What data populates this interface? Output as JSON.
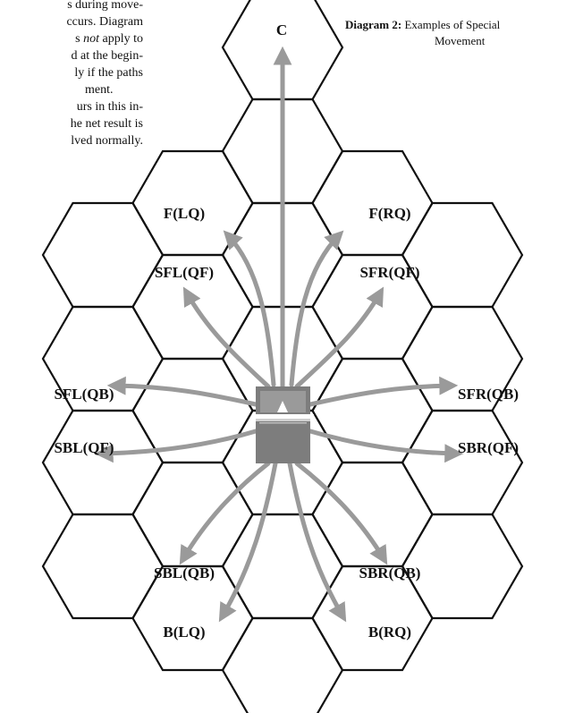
{
  "text_fragment": [
    "s during move-",
    "ccurs. Diagram",
    "s not apply to",
    "d at the begin-",
    "ly if the paths",
    "ment.",
    "urs in this in-",
    "he net result is",
    "lved normally."
  ],
  "caption": {
    "label": "Diagram 2:",
    "line1": "Examples of Special",
    "line2": "Movement"
  },
  "labels": {
    "top": "C",
    "f_lq": "F(LQ)",
    "f_rq": "F(RQ)",
    "sfl_qf": "SFL(QF)",
    "sfr_qf": "SFR(QF)",
    "sfl_qb": "SFL(QB)",
    "sfr_qb": "SFR(QB)",
    "sbl_qf": "SBL(QF)",
    "sbr_qf": "SBR(QF)",
    "sbl_qb": "SBL(QB)",
    "sbr_qb": "SBR(QB)",
    "b_lq": "B(LQ)",
    "b_rq": "B(RQ)"
  },
  "colors": {
    "hex_stroke": "#111111",
    "arrow": "#9a9a9a",
    "unit": "#7d7d7d"
  }
}
